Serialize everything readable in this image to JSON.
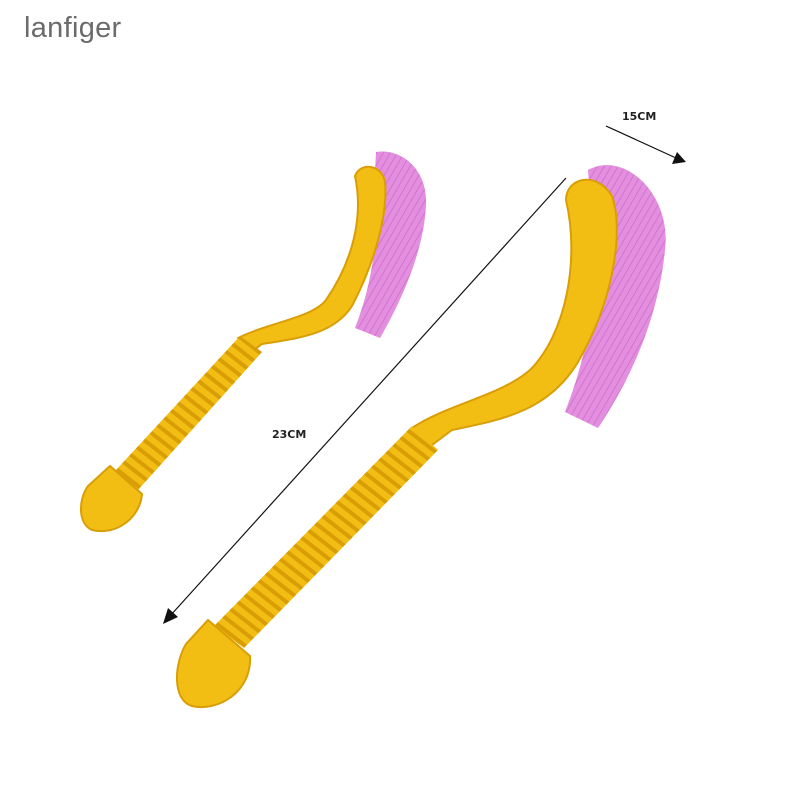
{
  "brand": {
    "text": "lanfiger"
  },
  "dimensions": {
    "width_label": "15CM",
    "length_label": "23CM"
  },
  "colors": {
    "handle": "#f2be14",
    "handle_shadow": "#d99e06",
    "bristles": "#e48ee0",
    "bristles_dark": "#c86ac6",
    "arrow": "#111111"
  }
}
